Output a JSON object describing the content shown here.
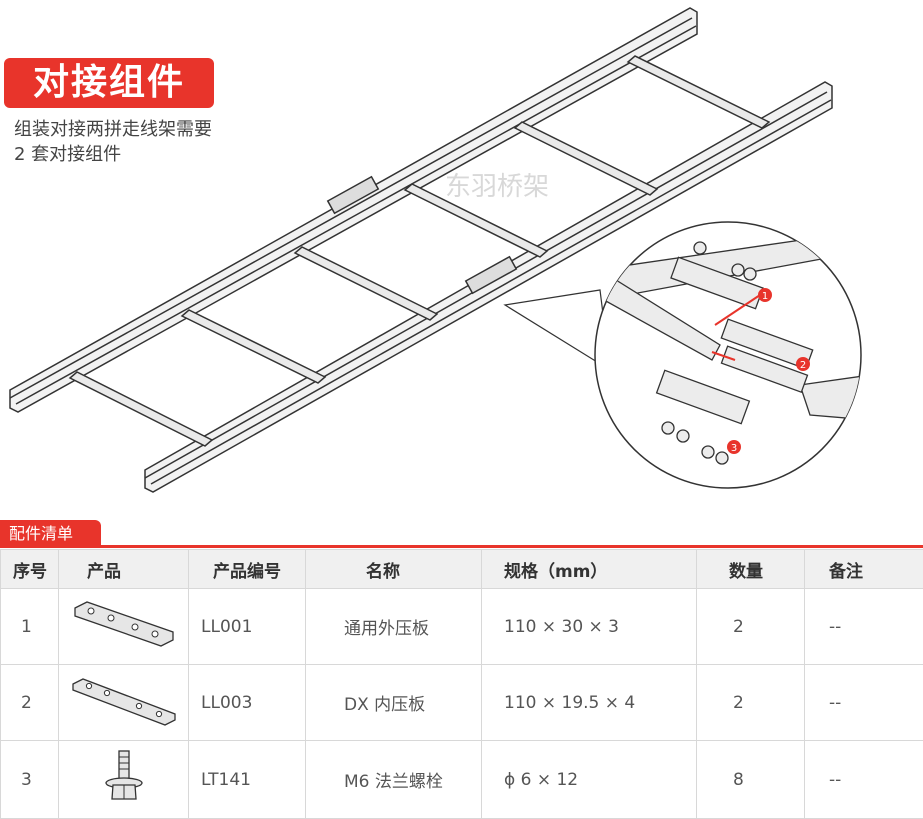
{
  "header": {
    "title": "对接组件",
    "description_lines": [
      "组装对接两拼走线架需要",
      "2 套对接组件"
    ]
  },
  "illustration": {
    "watermark": "东羽桥架",
    "callouts": [
      "1",
      "2",
      "3"
    ]
  },
  "section": {
    "label": "配件清单"
  },
  "table": {
    "headers": [
      "序号",
      "产品",
      "产品编号",
      "名称",
      "规格（mm）",
      "数量",
      "备注"
    ],
    "rows": [
      {
        "index": "1",
        "image": "outer-pressure-plate-icon",
        "code": "LL001",
        "name": "通用外压板",
        "spec": "110 × 30 × 3",
        "qty": "2",
        "note": "--"
      },
      {
        "index": "2",
        "image": "inner-pressure-plate-icon",
        "code": "LL003",
        "name": "DX 内压板",
        "spec": "110 × 19.5 × 4",
        "qty": "2",
        "note": "--"
      },
      {
        "index": "3",
        "image": "flange-bolt-icon",
        "code": "LT141",
        "name": "M6 法兰螺栓",
        "spec": "ϕ 6 × 12",
        "qty": "8",
        "note": "--"
      }
    ]
  },
  "colors": {
    "accent": "#e8342b",
    "header_bg": "#f0f0f0",
    "border": "#d8d8d8"
  }
}
